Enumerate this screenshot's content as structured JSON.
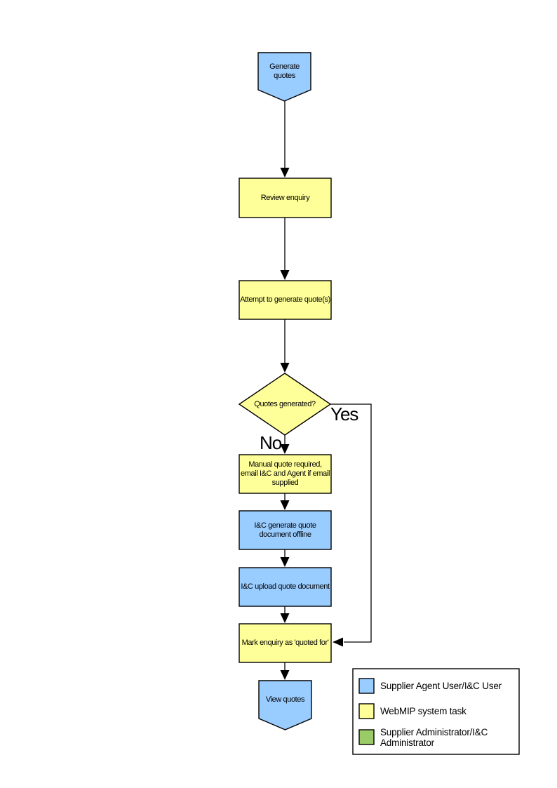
{
  "colors": {
    "blue": "#99CCFF",
    "yellow": "#FFFF99",
    "green": "#99CC66",
    "line": "#000000",
    "background": "#FFFFFF"
  },
  "flow": {
    "nodes": [
      {
        "id": "generate",
        "shape": "offpage-connector",
        "fill": "#99CCFF",
        "label": "Generate quotes"
      },
      {
        "id": "review",
        "shape": "process",
        "fill": "#FFFF99",
        "label": "Review enquiry"
      },
      {
        "id": "attempt",
        "shape": "process",
        "fill": "#FFFF99",
        "label": "Attempt to generate quote(s)"
      },
      {
        "id": "decision",
        "shape": "decision",
        "fill": "#FFFF99",
        "label": "Quotes generated?"
      },
      {
        "id": "manual",
        "shape": "process",
        "fill": "#FFFF99",
        "label": "Manual quote required, email I&C and Agent if email supplied"
      },
      {
        "id": "ic_generate",
        "shape": "process",
        "fill": "#99CCFF",
        "label": "I&C generate quote document offline"
      },
      {
        "id": "ic_upload",
        "shape": "process",
        "fill": "#99CCFF",
        "label": "I&C upload quote document"
      },
      {
        "id": "mark",
        "shape": "process",
        "fill": "#FFFF99",
        "label": "Mark enquiry as 'quoted for'"
      },
      {
        "id": "view",
        "shape": "offpage-connector",
        "fill": "#99CCFF",
        "label": "View quotes"
      }
    ],
    "branch_labels": {
      "yes": "Yes",
      "no": "No"
    },
    "edges": [
      {
        "from": "generate",
        "to": "review"
      },
      {
        "from": "review",
        "to": "attempt"
      },
      {
        "from": "attempt",
        "to": "decision"
      },
      {
        "from": "decision",
        "to": "manual",
        "label": "No"
      },
      {
        "from": "decision",
        "to": "mark",
        "label": "Yes"
      },
      {
        "from": "manual",
        "to": "ic_generate"
      },
      {
        "from": "ic_generate",
        "to": "ic_upload"
      },
      {
        "from": "ic_upload",
        "to": "mark"
      },
      {
        "from": "mark",
        "to": "view"
      }
    ]
  },
  "legend": {
    "items": [
      {
        "color": "#99CCFF",
        "label": "Supplier Agent User/I&C User"
      },
      {
        "color": "#FFFF99",
        "label": "WebMIP system task"
      },
      {
        "color": "#99CC66",
        "label": "Supplier Administrator/I&C Administrator"
      }
    ]
  }
}
